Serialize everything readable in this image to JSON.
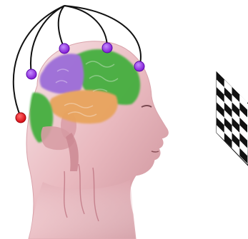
{
  "colors": {
    "background": "#ffffff",
    "wire": "#111111",
    "electrode_active": "#8a1ee0",
    "electrode_active_rim": "#5a0aa8",
    "electrode_reference": "#e8101a",
    "electrode_reference_rim": "#9a0008",
    "lobe_frontal": "#3fae3a",
    "lobe_parietal": "#9a6ad8",
    "lobe_temporal": "#e8a35a",
    "lobe_occipital": "#3fae3a",
    "skin": "#e9b9bf",
    "checker_dark": "#111111",
    "checker_light": "#ffffff"
  },
  "electrodes": {
    "active_count": 4,
    "reference_count": 1
  },
  "stimulus": {
    "type": "checkerboard",
    "columns": 4,
    "rows": 8
  }
}
